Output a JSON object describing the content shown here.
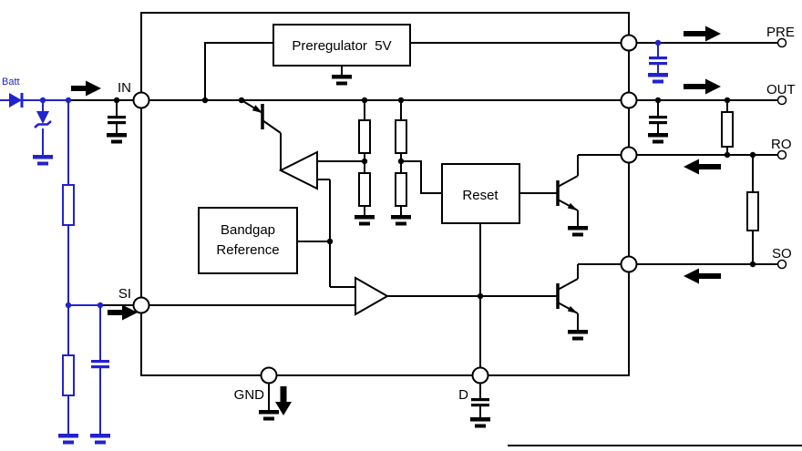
{
  "diagram": {
    "blocks": {
      "preregulator": "Preregulator  5V",
      "bandgap_line1": "Bandgap",
      "bandgap_line2": "Reference",
      "reset": "Reset"
    },
    "pins": {
      "in": "IN",
      "si": "SI",
      "gnd": "GND",
      "d": "D",
      "pre": "PRE",
      "out": "OUT",
      "ro": "RO",
      "so": "SO"
    },
    "external_labels": {
      "battery": "Batt"
    },
    "colors": {
      "wire": "#000000",
      "external_components": "#2222cc",
      "background": "#ffffff"
    }
  }
}
